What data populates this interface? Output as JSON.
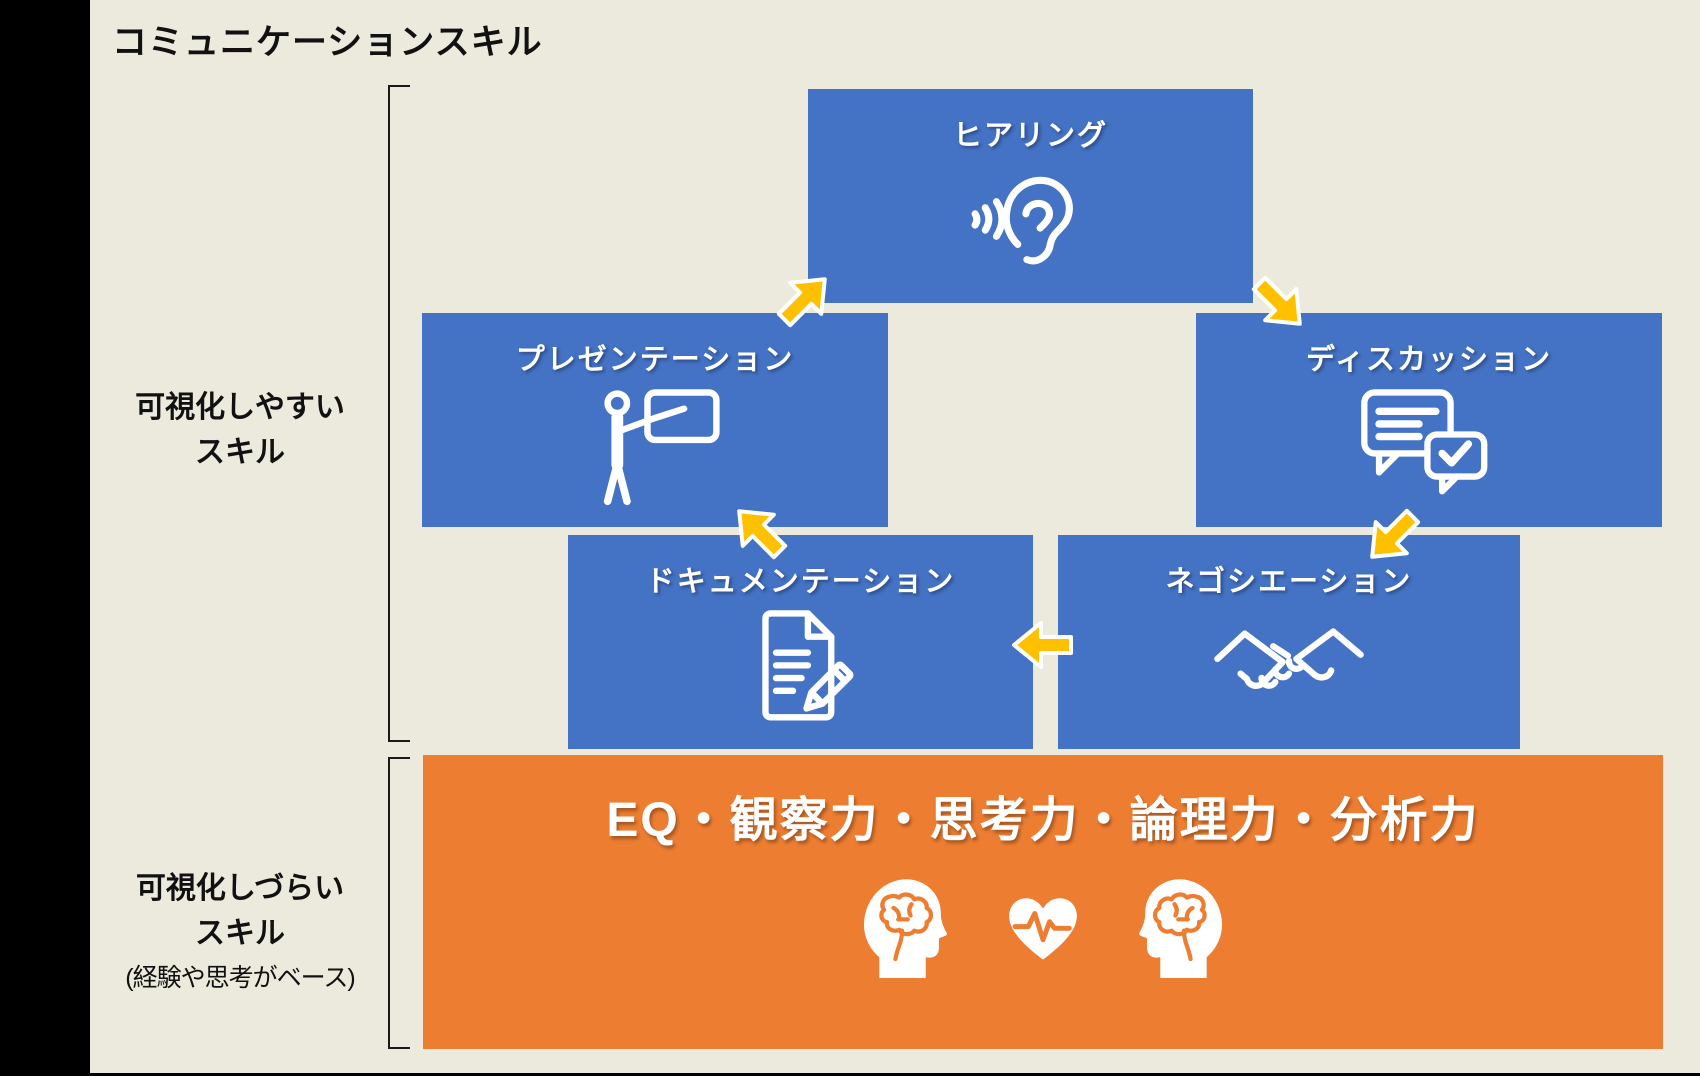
{
  "title": "コミュニケーションスキル",
  "groups": {
    "visible": {
      "label_line1": "可視化しやすい",
      "label_line2": "スキル"
    },
    "invisible": {
      "label_line1": "可視化しづらい",
      "label_line2": "スキル",
      "note": "(経験や思考がベース)"
    }
  },
  "skills": [
    {
      "label": "ヒアリング",
      "icon": "ear-listening-icon"
    },
    {
      "label": "プレゼンテーション",
      "icon": "presenter-whiteboard-icon"
    },
    {
      "label": "ディスカッション",
      "icon": "chat-bubbles-check-icon"
    },
    {
      "label": "ドキュメンテーション",
      "icon": "document-pencil-icon"
    },
    {
      "label": "ネゴシエーション",
      "icon": "handshake-icon"
    }
  ],
  "base": {
    "label": "EQ・観察力・思考力・論理力・分析力",
    "icons": [
      "head-brain-icon",
      "heart-pulse-icon",
      "head-brain-icon"
    ]
  },
  "flow": [
    "presentation→hearing",
    "hearing→discussion",
    "discussion→negotiation",
    "negotiation→documentation",
    "documentation→presentation"
  ],
  "colors": {
    "background": "#ECE9DD",
    "skill_box_blue": "#4472C4",
    "base_box_orange": "#ED7D31",
    "arrow_gold": "#FFC000",
    "title_text": "#111111",
    "box_text": "#FFFFFF",
    "side_bar": "#000000"
  }
}
